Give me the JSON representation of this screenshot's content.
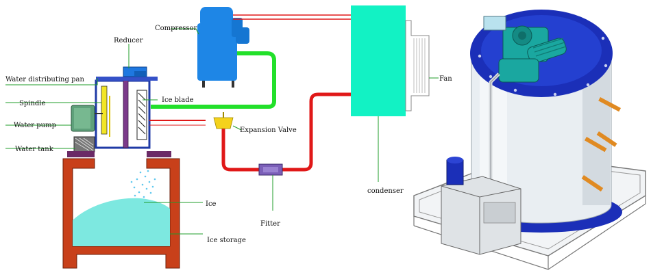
{
  "labels": {
    "compressor": "Compressor",
    "reducer": "Reducer",
    "water_distributing_pan": "Water distributing pan",
    "spindle": "Spindle",
    "ice_blade": "Ice blade",
    "water_pump": "Water pump",
    "water_tank": "Water tank",
    "expansion_valve": "Expansion Valve",
    "fan": "Fan",
    "condenser": "condenser",
    "ice": "Ice",
    "fitter": "Fitter",
    "ice_storage": "Ice storage"
  },
  "colors": {
    "compressor": "#1e86e6",
    "condenser": "#12f2c4",
    "green_pipe": "#22e02a",
    "red_pipe": "#e01818",
    "storage_frame": "#c8401a",
    "ice": "#7de8e0",
    "leader_line": "#1f9d2a",
    "drum": "#e9eef2",
    "drum_lid": "#1b2fb8",
    "gearbox": "#1aa7a0"
  },
  "icons": [
    "compressor-unit",
    "flake-ice-machine-render"
  ]
}
